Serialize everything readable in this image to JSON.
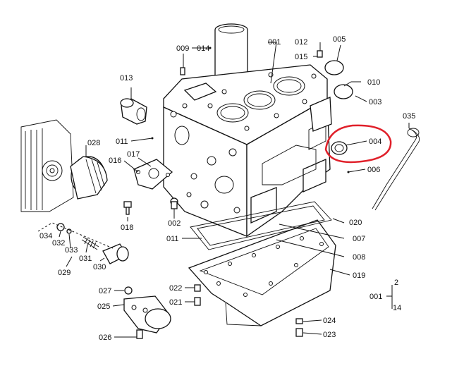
{
  "labels": {
    "l001": "001",
    "l002": "002",
    "l003": "003",
    "l004": "004",
    "l005": "005",
    "l006": "006",
    "l007": "007",
    "l008": "008",
    "l009": "009",
    "l010": "010",
    "l011a": "011",
    "l011b": "011",
    "l012": "012",
    "l013": "013",
    "l014": "014",
    "l015": "015",
    "l016": "016",
    "l017": "017",
    "l018": "018",
    "l019": "019",
    "l020": "020",
    "l021": "021",
    "l022": "022",
    "l023": "023",
    "l024": "024",
    "l025": "025",
    "l026": "026",
    "l027": "027",
    "l028": "028",
    "l029": "029",
    "l030": "030",
    "l031": "031",
    "l032": "032",
    "l033": "033",
    "l034": "034",
    "l035": "035",
    "l001b": "001",
    "l002b": "2",
    "l014b": "14"
  },
  "highlight": {
    "color": "#e0202a",
    "target": "004"
  }
}
